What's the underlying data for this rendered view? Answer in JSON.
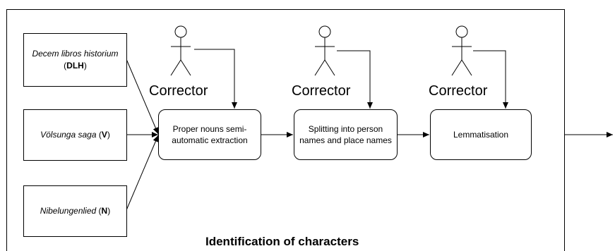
{
  "sources": [
    {
      "title_italic": "Decem libros historium",
      "abbr": "DLH"
    },
    {
      "title_italic": "Völsunga saga",
      "abbr": "V"
    },
    {
      "title_italic": "Nibelungenlied",
      "abbr": "N"
    }
  ],
  "processes": [
    {
      "label": "Proper nouns semi-automatic extraction"
    },
    {
      "label": "Splitting into person names and place names"
    },
    {
      "label": "Lemmatisation"
    }
  ],
  "actors": [
    {
      "label": "Corrector"
    },
    {
      "label": "Corrector"
    },
    {
      "label": "Corrector"
    }
  ],
  "container": {
    "caption": "Identification of characters"
  }
}
